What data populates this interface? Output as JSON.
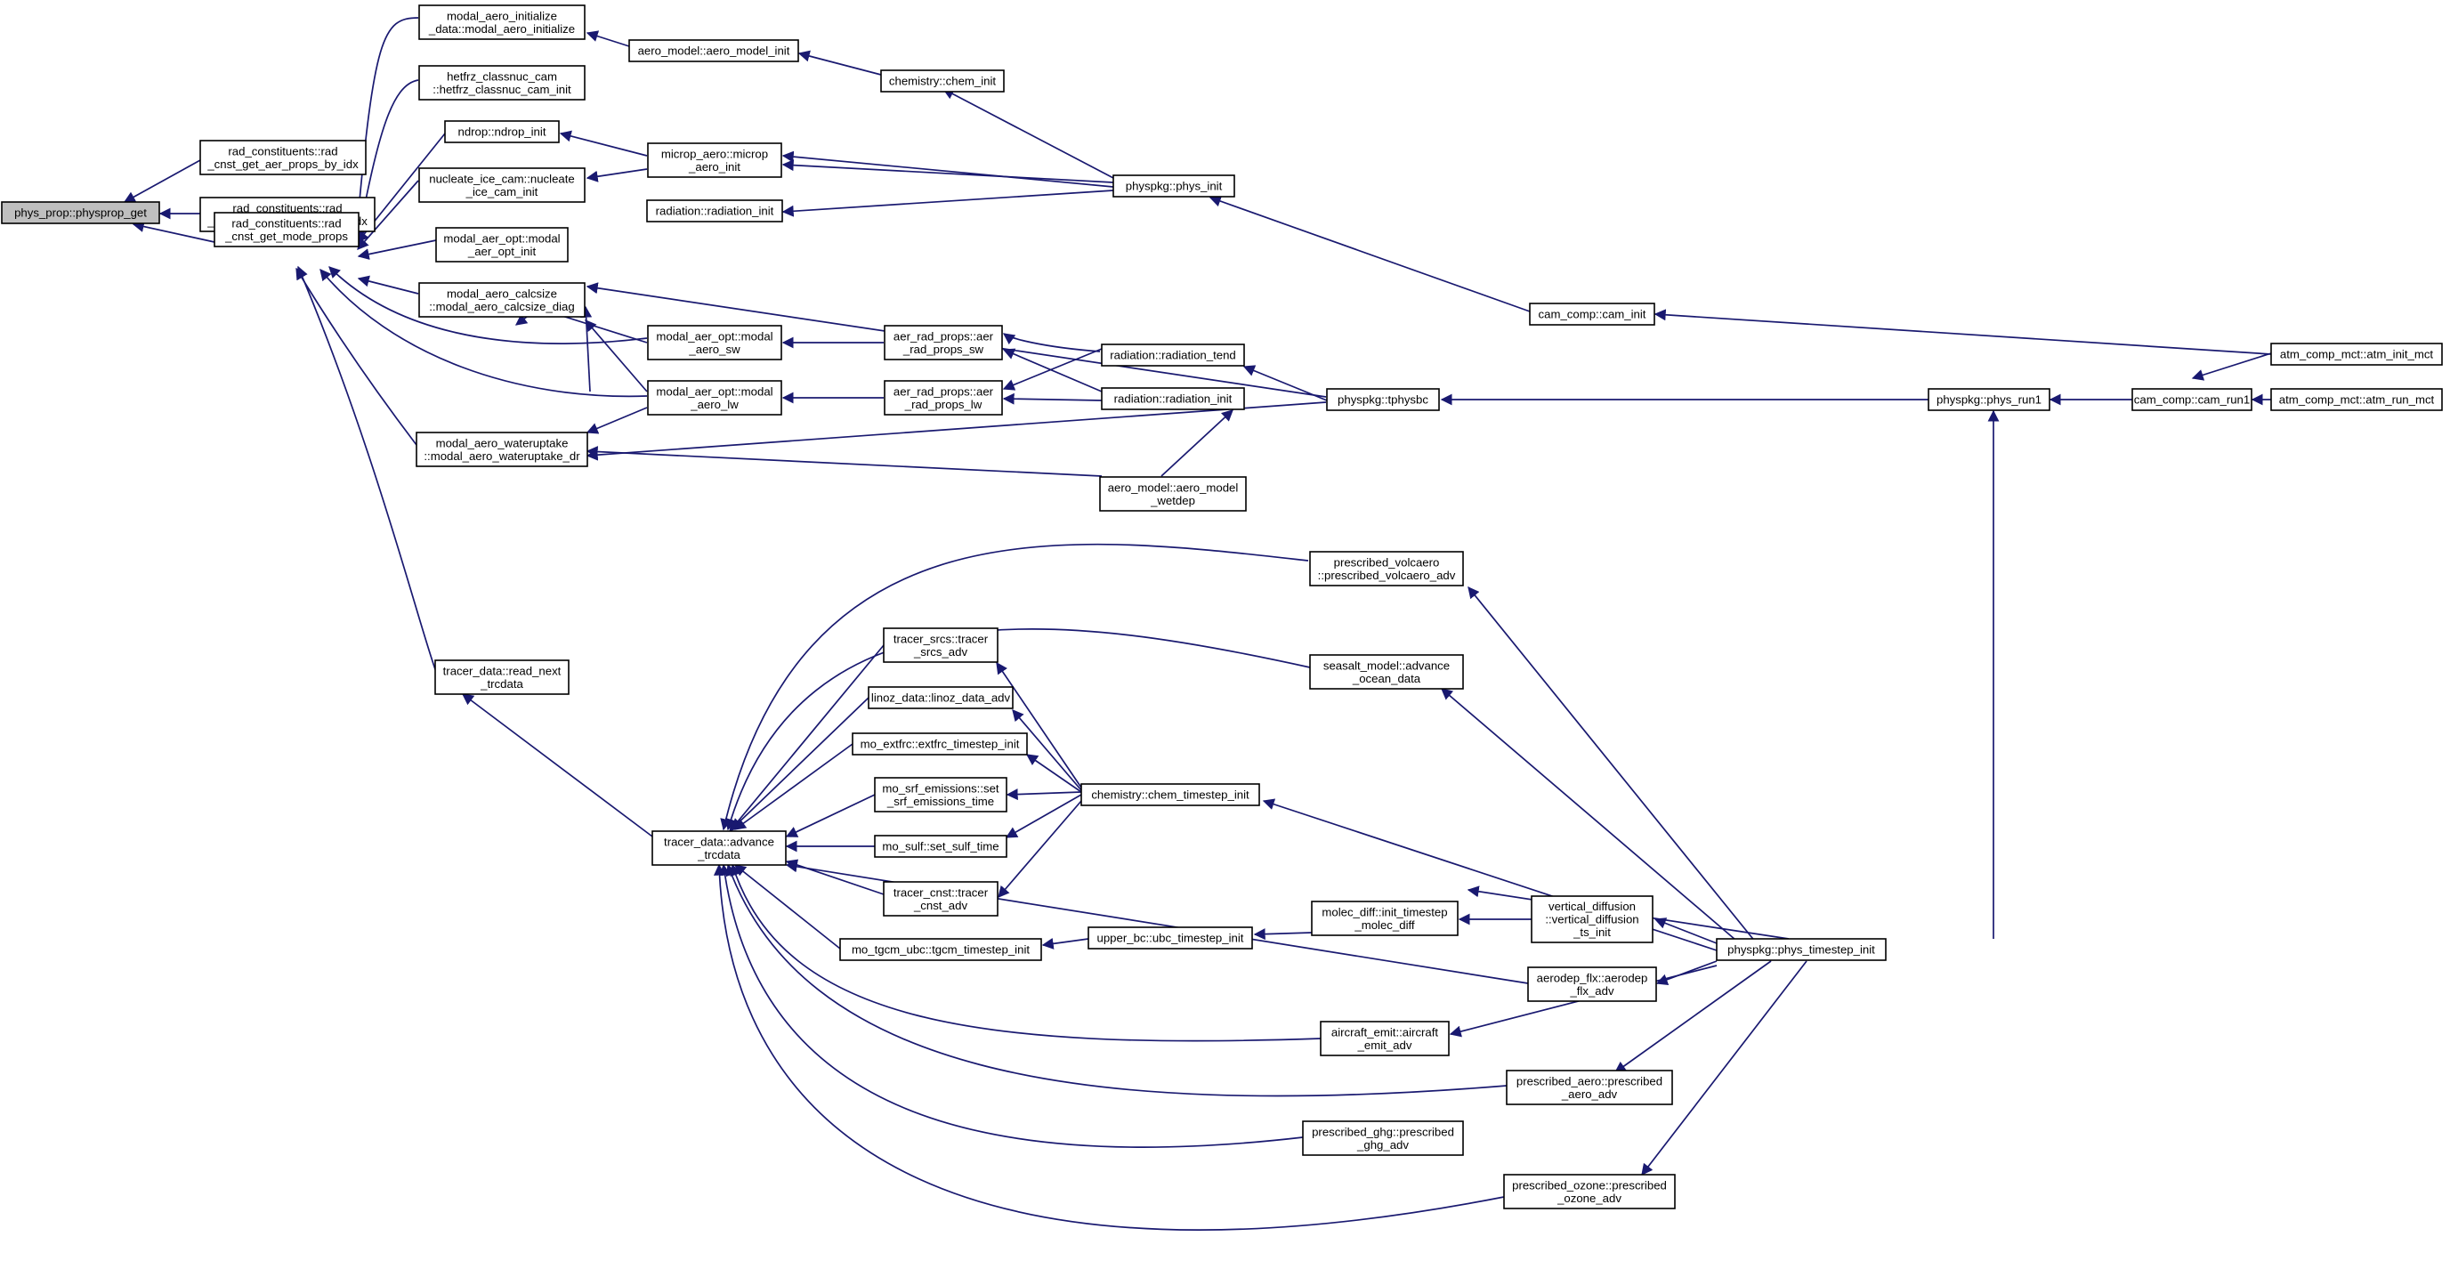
{
  "graph": {
    "colors": {
      "edge": "#191970",
      "node_border": "#000000",
      "node_fill": "#ffffff",
      "root_fill": "#bfbfbf"
    },
    "nodes": {
      "phys_prop": [
        "phys_prop::physprop_get"
      ],
      "rc_aer_props": [
        "rad_constituents::rad",
        "_cnst_get_aer_props_by_idx"
      ],
      "rc_mam_props": [
        "rad_constituents::rad",
        "_cnst_get_mam_props_by_idx"
      ],
      "rc_mode_props": [
        "rad_constituents::rad",
        "_cnst_get_mode_props"
      ],
      "modal_aero_init": [
        "modal_aero_initialize",
        "_data::modal_aero_initialize"
      ],
      "hetfrz": [
        "hetfrz_classnuc_cam",
        "::hetfrz_classnuc_cam_init"
      ],
      "ndrop": [
        "ndrop::ndrop_init"
      ],
      "nucleate": [
        "nucleate_ice_cam::nucleate",
        "_ice_cam_init"
      ],
      "mao_init": [
        "modal_aer_opt::modal",
        "_aer_opt_init"
      ],
      "calcsize": [
        "modal_aero_calcsize",
        "::modal_aero_calcsize_diag"
      ],
      "wateruptake": [
        "modal_aero_wateruptake",
        "::modal_aero_wateruptake_dr"
      ],
      "read_next": [
        "tracer_data::read_next",
        "_trcdata"
      ],
      "advance_trc": [
        "tracer_data::advance",
        "_trcdata"
      ],
      "aero_model_init": [
        "aero_model::aero_model_init"
      ],
      "microp": [
        "microp_aero::microp",
        "_aero_init"
      ],
      "rad_init": [
        "radiation::radiation_init"
      ],
      "mao_sw": [
        "modal_aer_opt::modal",
        "_aero_sw"
      ],
      "mao_lw": [
        "modal_aer_opt::modal",
        "_aero_lw"
      ],
      "chem_init": [
        "chemistry::chem_init"
      ],
      "phys_init": [
        "physpkg::phys_init"
      ],
      "arp_sw": [
        "aer_rad_props::aer",
        "_rad_props_sw"
      ],
      "arp_lw": [
        "aer_rad_props::aer",
        "_rad_props_lw"
      ],
      "rad_tend": [
        "radiation::radiation_tend"
      ],
      "rad_init2": [
        "radiation::radiation_init"
      ],
      "aero_wetdep": [
        "aero_model::aero_model",
        "_wetdep"
      ],
      "tphysbc": [
        "physpkg::tphysbc"
      ],
      "cam_init": [
        "cam_comp::cam_init"
      ],
      "atm_init": [
        "atm_comp_mct::atm_init_mct"
      ],
      "phys_run1": [
        "physpkg::phys_run1"
      ],
      "cam_run1": [
        "cam_comp::cam_run1"
      ],
      "atm_run": [
        "atm_comp_mct::atm_run_mct"
      ],
      "presc_volc": [
        "prescribed_volcaero",
        "::prescribed_volcaero_adv"
      ],
      "seasalt": [
        "seasalt_model::advance",
        "_ocean_data"
      ],
      "tracer_srcs": [
        "tracer_srcs::tracer",
        "_srcs_adv"
      ],
      "linoz": [
        "linoz_data::linoz_data_adv"
      ],
      "mo_extfrc": [
        "mo_extfrc::extfrc_timestep_init"
      ],
      "mo_srf": [
        "mo_srf_emissions::set",
        "_srf_emissions_time"
      ],
      "mo_sulf": [
        "mo_sulf::set_sulf_time"
      ],
      "tracer_cnst": [
        "tracer_cnst::tracer",
        "_cnst_adv"
      ],
      "chem_ts": [
        "chemistry::chem_timestep_init"
      ],
      "mo_tgcm": [
        "mo_tgcm_ubc::tgcm_timestep_init"
      ],
      "upper_bc": [
        "upper_bc::ubc_timestep_init"
      ],
      "molec": [
        "molec_diff::init_timestep",
        "_molec_diff"
      ],
      "vdiff": [
        "vertical_diffusion",
        "::vertical_diffusion",
        "_ts_init"
      ],
      "aerodep": [
        "aerodep_flx::aerodep",
        "_flx_adv"
      ],
      "aircraft": [
        "aircraft_emit::aircraft",
        "_emit_adv"
      ],
      "presc_aero": [
        "prescribed_aero::prescribed",
        "_aero_adv"
      ],
      "presc_ghg": [
        "prescribed_ghg::prescribed",
        "_ghg_adv"
      ],
      "presc_ozone": [
        "prescribed_ozone::prescribed",
        "_ozone_adv"
      ],
      "phys_ts": [
        "physpkg::phys_timestep_init"
      ]
    }
  }
}
